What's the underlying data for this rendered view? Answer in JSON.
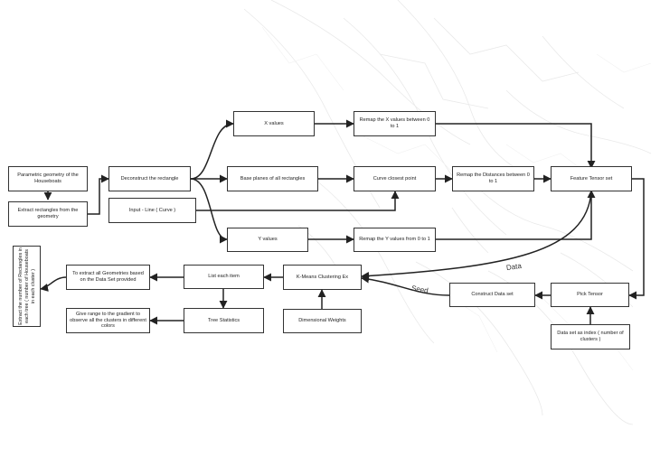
{
  "diagram": {
    "nodes": {
      "parametric_geometry": "Parametric geometry of the Houseboats",
      "extract_rectangles": "Extract rectangles from the geometry",
      "deconstruct_rectangle": "Deconstruct the rectangle",
      "input_line": "Input - Line ( Curve )",
      "x_values": "X values",
      "base_planes": "Base planes of all rectangles",
      "y_values": "Y values",
      "remap_x": "Remap the  X values between 0 to 1",
      "curve_closest_point": "Curve closest point",
      "remap_y": "Remap the Y values from 0 to 1",
      "remap_distances": "Remap the Distances between 0 to 1",
      "feature_tensor_set": "Feature Tensor set",
      "pick_tensor": "Pick Tensor",
      "data_set_as_index": "Data set as index ( number of clusters )",
      "construct_data_set": "Construct Data set",
      "kmeans": "K-Means Clustering Ex",
      "dimensional_weights": "Dimensional Weights",
      "list_each_item": "List each item",
      "tree_statistics": "Tree Statistics",
      "extract_all_geometries": "To extract all Geometries based on the Data Set provided",
      "give_range_gradient": "Give range to the gradient to observe all the clusters in different colors",
      "extract_number_rectangles": "Extract the number of Rectangles in each tree ( number of Houseboats in each cluster )"
    },
    "edge_labels": {
      "data": "Data",
      "seed": "Seed"
    }
  }
}
